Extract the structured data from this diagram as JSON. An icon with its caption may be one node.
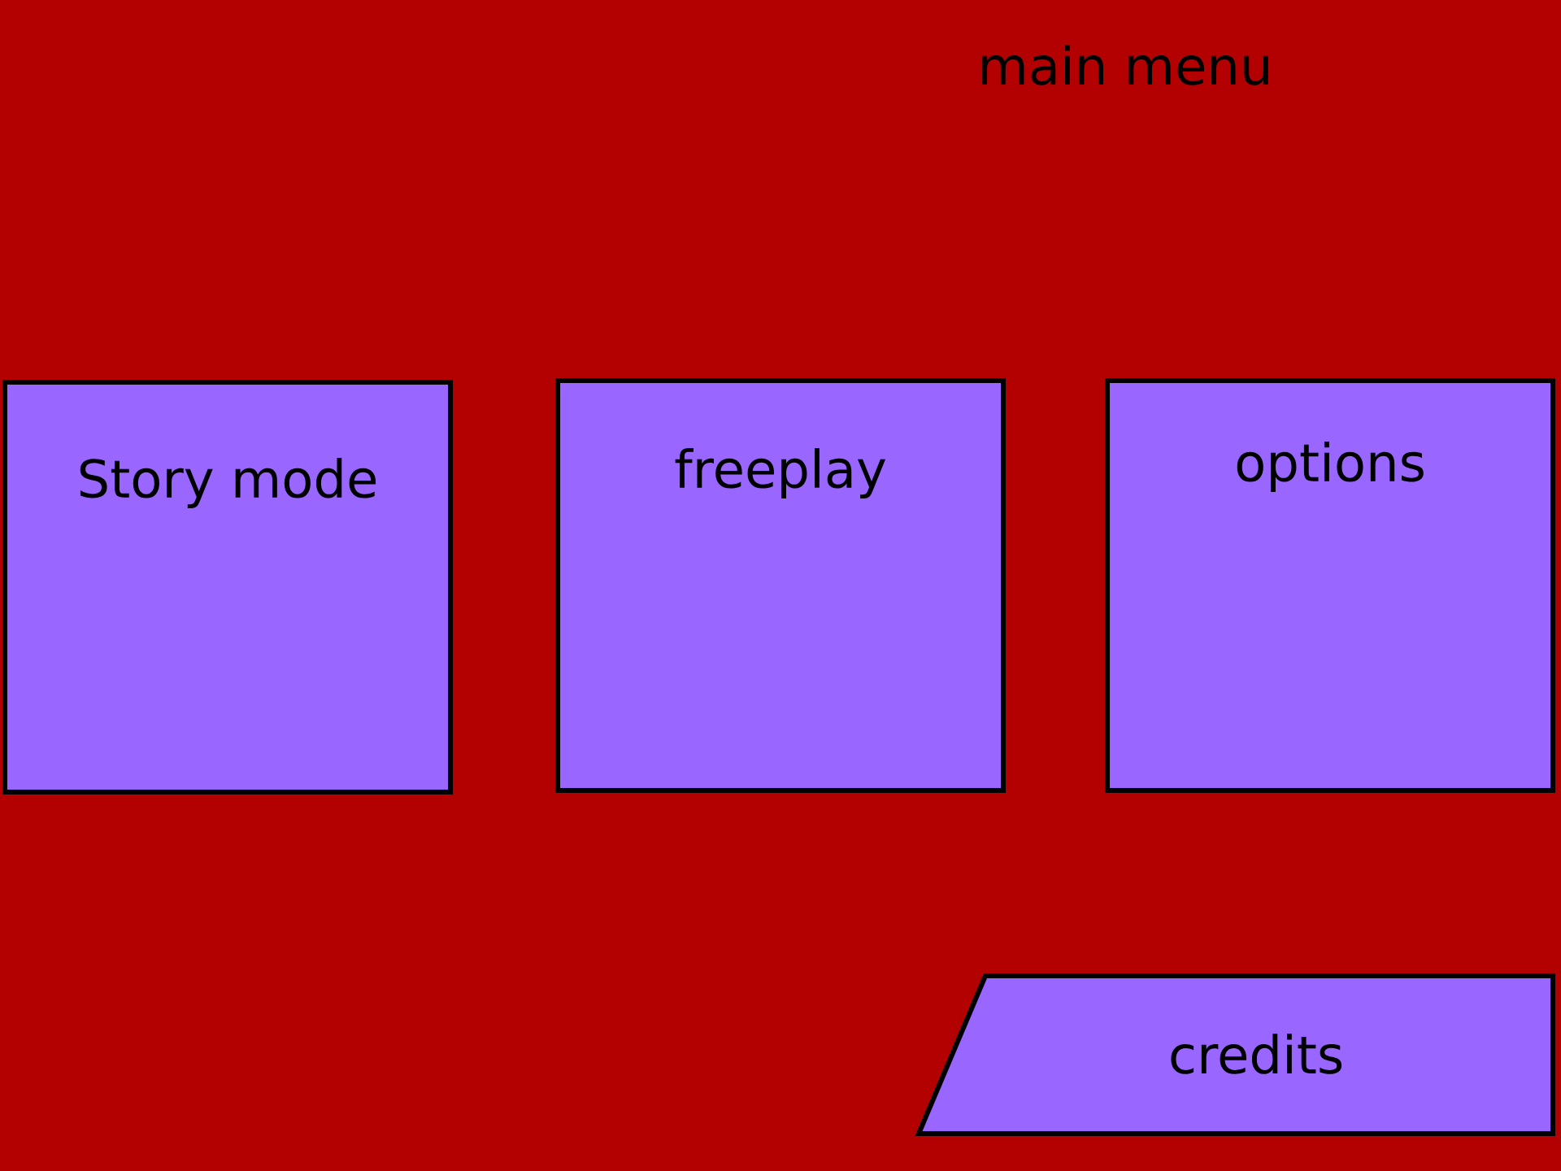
{
  "diagram": {
    "title": "main menu",
    "nodes": [
      {
        "text": [
          "Story mode"
        ]
      },
      {
        "text": [
          "freeplay"
        ]
      },
      {
        "text": [
          "options"
        ]
      },
      {
        "text": [
          "credits"
        ]
      }
    ]
  }
}
